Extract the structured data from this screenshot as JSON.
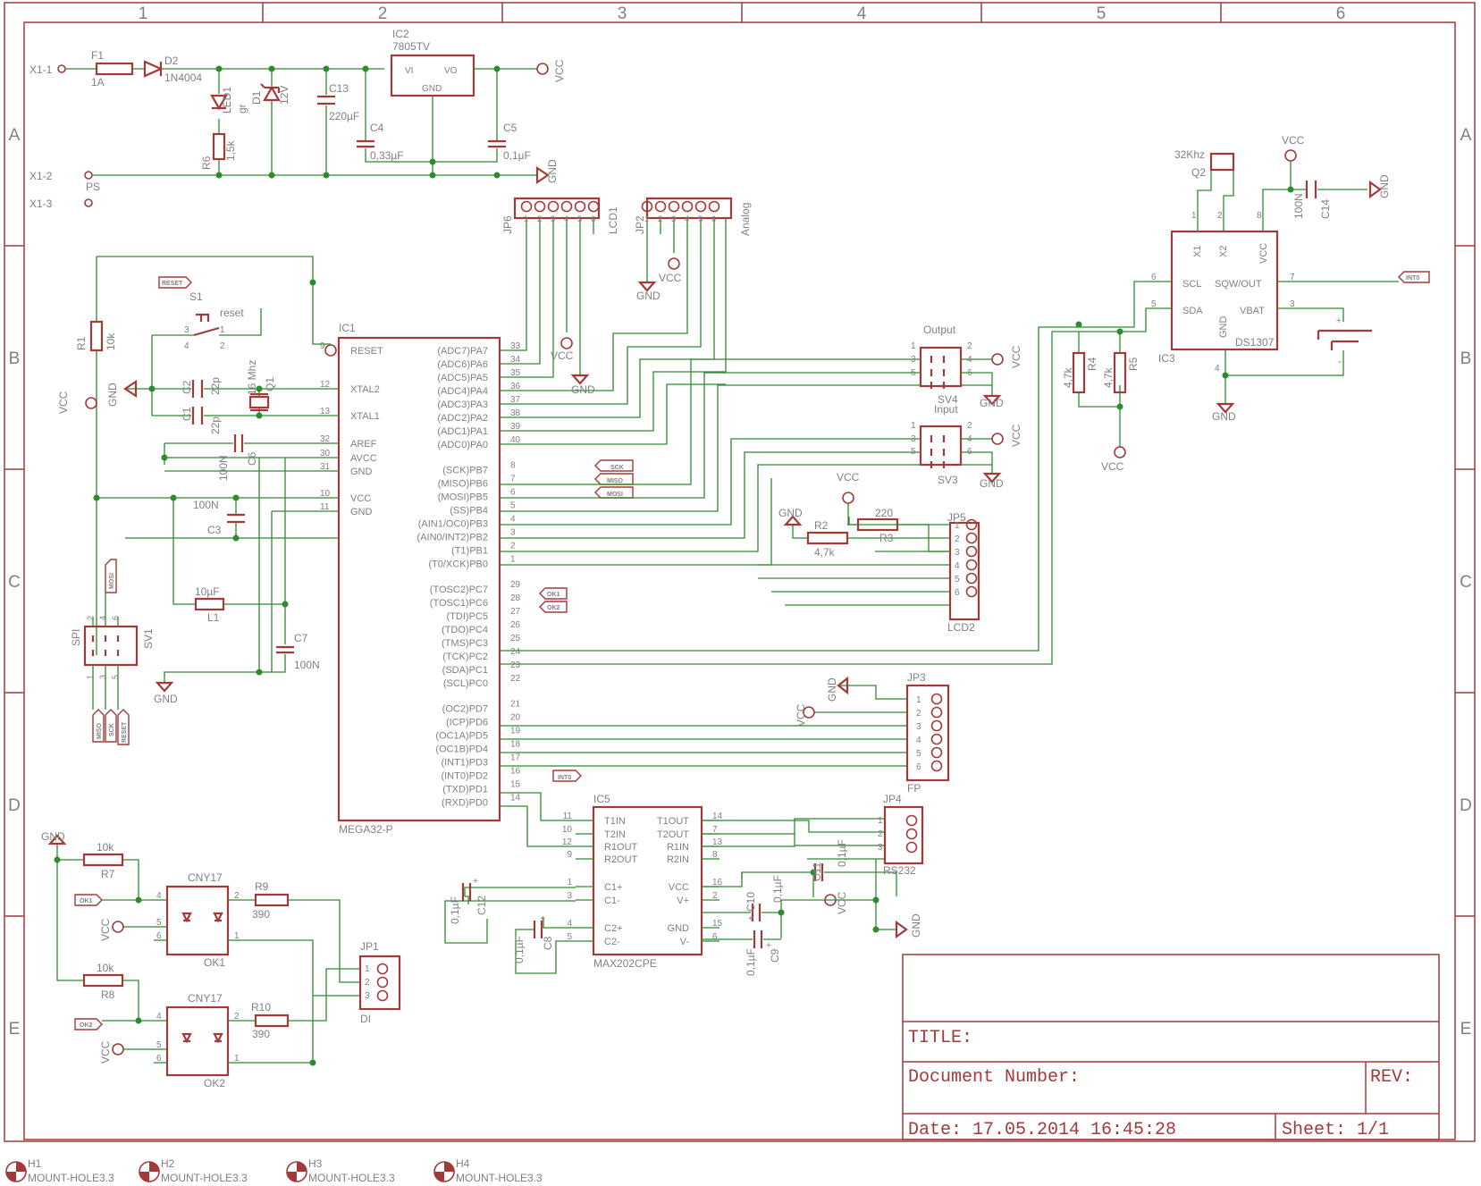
{
  "frame": {
    "columns": [
      "1",
      "2",
      "3",
      "4",
      "5",
      "6"
    ],
    "rows": [
      "A",
      "B",
      "C",
      "D",
      "E"
    ]
  },
  "title_block": {
    "title_label": "TITLE:",
    "docnum_label": "Document Number:",
    "rev_label": "REV:",
    "date": "Date: 17.05.2014  16:45:28",
    "sheet": "Sheet: 1/1"
  },
  "power": {
    "x11": "X1-1",
    "x12": "X1-2",
    "x13": "X1-3",
    "ps": "PS",
    "f1": "F1",
    "f1_val": "1A",
    "d2": "D2",
    "d2_val": "1N4004",
    "led1": "LED1",
    "led1_val": "gr",
    "r6": "R6",
    "r6_val": "1,5k",
    "d1": "D1",
    "d1_val": "12V",
    "c13": "C13",
    "c13_val": "220µF",
    "ic2": "IC2",
    "ic2_val": "7805TV",
    "vi": "VI",
    "vo": "VO",
    "gnd": "GND",
    "c4": "C4",
    "c4_val": "0,33µF",
    "c5": "C5",
    "c5_val": "0,1µF"
  },
  "ic1": {
    "name": "IC1",
    "value": "MEGA32-P",
    "left_pins": [
      {
        "num": "9",
        "label": "RESET"
      },
      {
        "num": "12",
        "label": "XTAL2"
      },
      {
        "num": "13",
        "label": "XTAL1"
      },
      {
        "num": "32",
        "label": "AREF"
      },
      {
        "num": "30",
        "label": "AVCC"
      },
      {
        "num": "31",
        "label": "GND"
      },
      {
        "num": "10",
        "label": "VCC"
      },
      {
        "num": "11",
        "label": "GND"
      }
    ],
    "right_pins": [
      {
        "num": "33",
        "label": "(ADC7)PA7"
      },
      {
        "num": "34",
        "label": "(ADC6)PA6"
      },
      {
        "num": "35",
        "label": "(ADC5)PA5"
      },
      {
        "num": "36",
        "label": "(ADC4)PA4"
      },
      {
        "num": "37",
        "label": "(ADC3)PA3"
      },
      {
        "num": "38",
        "label": "(ADC2)PA2"
      },
      {
        "num": "39",
        "label": "(ADC1)PA1"
      },
      {
        "num": "40",
        "label": "(ADC0)PA0"
      },
      {
        "num": "8",
        "label": "(SCK)PB7"
      },
      {
        "num": "7",
        "label": "(MISO)PB6"
      },
      {
        "num": "6",
        "label": "(MOSI)PB5"
      },
      {
        "num": "5",
        "label": "(SS)PB4"
      },
      {
        "num": "4",
        "label": "(AIN1/OC0)PB3"
      },
      {
        "num": "3",
        "label": "(AIN0/INT2)PB2"
      },
      {
        "num": "2",
        "label": "(T1)PB1"
      },
      {
        "num": "1",
        "label": "(T0/XCK)PB0"
      },
      {
        "num": "29",
        "label": "(TOSC2)PC7"
      },
      {
        "num": "28",
        "label": "(TOSC1)PC6"
      },
      {
        "num": "27",
        "label": "(TDI)PC5"
      },
      {
        "num": "26",
        "label": "(TDO)PC4"
      },
      {
        "num": "25",
        "label": "(TMS)PC3"
      },
      {
        "num": "24",
        "label": "(TCK)PC2"
      },
      {
        "num": "23",
        "label": "(SDA)PC1"
      },
      {
        "num": "22",
        "label": "(SCL)PC0"
      },
      {
        "num": "21",
        "label": "(OC2)PD7"
      },
      {
        "num": "20",
        "label": "(ICP)PD6"
      },
      {
        "num": "19",
        "label": "(OC1A)PD5"
      },
      {
        "num": "18",
        "label": "(OC1B)PD4"
      },
      {
        "num": "17",
        "label": "(INT1)PD3"
      },
      {
        "num": "16",
        "label": "(INT0)PD2"
      },
      {
        "num": "15",
        "label": "(TXD)PD1"
      },
      {
        "num": "14",
        "label": "(RXD)PD0"
      }
    ]
  },
  "ic5": {
    "name": "IC5",
    "value": "MAX202CPE",
    "left_pins": [
      {
        "num": "11",
        "label": "T1IN"
      },
      {
        "num": "10",
        "label": "T2IN"
      },
      {
        "num": "12",
        "label": "R1OUT"
      },
      {
        "num": "9",
        "label": "R2OUT"
      },
      {
        "num": "1",
        "label": "C1+"
      },
      {
        "num": "3",
        "label": "C1-"
      },
      {
        "num": "4",
        "label": "C2+"
      },
      {
        "num": "5",
        "label": "C2-"
      }
    ],
    "right_pins": [
      {
        "num": "14",
        "label": "T1OUT"
      },
      {
        "num": "7",
        "label": "T2OUT"
      },
      {
        "num": "13",
        "label": "R1IN"
      },
      {
        "num": "8",
        "label": "R2IN"
      },
      {
        "num": "16",
        "label": "VCC"
      },
      {
        "num": "2",
        "label": "V+"
      },
      {
        "num": "15",
        "label": "GND"
      },
      {
        "num": "6",
        "label": "V-"
      }
    ]
  },
  "ic3": {
    "name": "IC3",
    "value": "DS1307",
    "pins": {
      "x1": "X1",
      "x2": "X2",
      "vcc": "VCC",
      "scl": "SCL",
      "sda": "SDA",
      "sqw": "SQW/OUT",
      "vbat": "VBAT",
      "gnd": "GND"
    },
    "pin_nums": {
      "p1": "1",
      "p2": "2",
      "p8": "8",
      "p6": "6",
      "p5": "5",
      "p7": "7",
      "p3": "3",
      "p4": "4"
    },
    "q2": "Q2",
    "q2_val": "32Khz",
    "c14": "C14",
    "c14_val": "100N",
    "r4": "R4",
    "r4_val": "4,7k",
    "r5": "R5",
    "r5_val": "4,7k"
  },
  "headers": {
    "jp6": "JP6",
    "lcd1": "LCD1",
    "jp2": "JP2",
    "analog": "Analog",
    "sv4": "SV4",
    "output": "Output",
    "sv3": "SV3",
    "input": "Input",
    "jp5": "JP5",
    "lcd2": "LCD2",
    "jp3": "JP3",
    "fp": "FP",
    "jp4": "JP4",
    "rs232": "RS232",
    "jp1": "JP1",
    "di": "DI",
    "spi": "SPI",
    "sv1": "SV1",
    "nums": [
      "1",
      "2",
      "3",
      "4",
      "5",
      "6"
    ]
  },
  "misc": {
    "r1": "R1",
    "r1_val": "10k",
    "s1": "S1",
    "s1_val": "reset",
    "c1": "C1",
    "c2": "C2",
    "c2_val": "22p",
    "q1": "Q1",
    "q1_val": "16 Mhz",
    "c6": "C6",
    "c6_val": "100N",
    "c3": "C3",
    "c3_val": "100N",
    "l1": "L1",
    "l1_val": "10µF",
    "c7": "C7",
    "c7_val": "100N",
    "r2": "R2",
    "r2_val": "4,7k",
    "r3": "R3",
    "r3_val": "220",
    "r7": "R7",
    "r7_val": "10k",
    "r8": "R8",
    "r8_val": "10k",
    "r9": "R9",
    "r9_val": "390",
    "r10": "R10",
    "r10_val": "390",
    "cny": "CNY17",
    "ok1": "OK1",
    "ok2": "OK2",
    "c12": "C12",
    "c8": "C8",
    "c10": "C10",
    "c9": "C9",
    "c11": "C11",
    "cap_val": "0,1µF",
    "vcc": "VCC",
    "gnd": "GND",
    "p1": "1",
    "p2": "2",
    "p3": "3",
    "p4": "4",
    "p5": "5",
    "p6": "6",
    "plus": "+",
    "minus": "-"
  },
  "net_tags": {
    "reset": "RESET",
    "sck": "SCK",
    "miso": "MISO",
    "mosi": "MOSI",
    "ok1": "OK1",
    "ok2": "OK2",
    "int0": "INT0"
  },
  "mount_holes": [
    {
      "name": "H1",
      "value": "MOUNT-HOLE3.3"
    },
    {
      "name": "H2",
      "value": "MOUNT-HOLE3.3"
    },
    {
      "name": "H3",
      "value": "MOUNT-HOLE3.3"
    },
    {
      "name": "H4",
      "value": "MOUNT-HOLE3.3"
    }
  ],
  "colors": {
    "part": "#a33a3a",
    "wire": "#2e8b2e",
    "text": "#808080",
    "background": "#ffffff"
  }
}
